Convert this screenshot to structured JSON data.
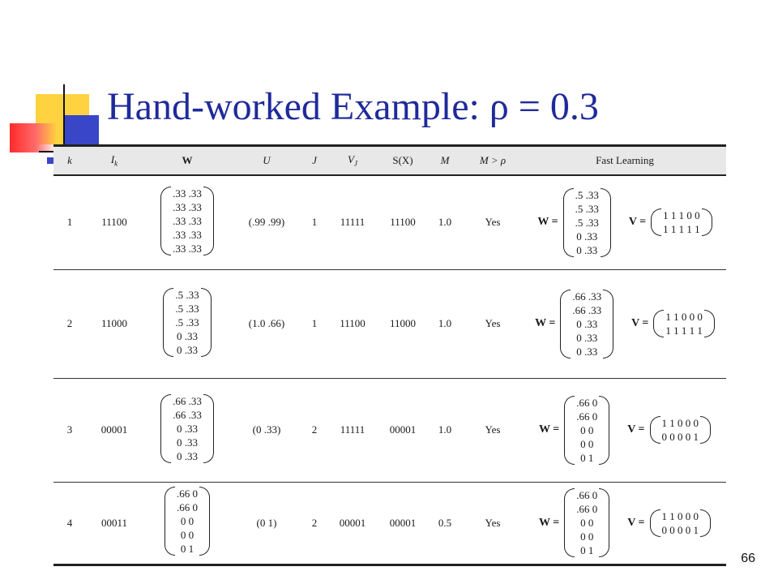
{
  "slide": {
    "title": "Hand-worked Example: ρ = 0.3",
    "page_number": "66"
  },
  "table": {
    "headers": {
      "k": "k",
      "ik": "I",
      "ik_sub": "k",
      "w": "W",
      "u": "U",
      "j": "J",
      "vj": "V",
      "vj_sub": "J",
      "s": "S(X)",
      "m": "M",
      "mr": "M > ρ",
      "fast": "Fast Learning"
    },
    "fast_labels": {
      "w": "W =",
      "v": "V ="
    },
    "rows": [
      {
        "k": "1",
        "ik": "11100",
        "w_rows": [
          ".33 .33",
          ".33 .33",
          ".33 .33",
          ".33 .33",
          ".33 .33"
        ],
        "u": "(.99 .99)",
        "j": "1",
        "vj": "11111",
        "s": "11100",
        "m": "1.0",
        "mr": "Yes",
        "fw_rows": [
          ".5 .33",
          ".5 .33",
          ".5 .33",
          "0 .33",
          "0 .33"
        ],
        "fv_rows": [
          "1 1 1 0 0",
          "1 1 1 1 1"
        ]
      },
      {
        "k": "2",
        "ik": "11000",
        "w_rows": [
          ".5 .33",
          ".5 .33",
          ".5 .33",
          "0 .33",
          "0 .33"
        ],
        "u": "(1.0 .66)",
        "j": "1",
        "vj": "11100",
        "s": "11000",
        "m": "1.0",
        "mr": "Yes",
        "fw_rows": [
          ".66 .33",
          ".66 .33",
          "0 .33",
          "0 .33",
          "0 .33"
        ],
        "fv_rows": [
          "1 1 0 0 0",
          "1 1 1 1 1"
        ]
      },
      {
        "k": "3",
        "ik": "00001",
        "w_rows": [
          ".66 .33",
          ".66 .33",
          "0 .33",
          "0 .33",
          "0 .33"
        ],
        "u": "(0 .33)",
        "j": "2",
        "vj": "11111",
        "s": "00001",
        "m": "1.0",
        "mr": "Yes",
        "fw_rows": [
          ".66 0",
          ".66 0",
          "0 0",
          "0 0",
          "0 1"
        ],
        "fv_rows": [
          "1 1 0 0 0",
          "0 0 0 0 1"
        ]
      },
      {
        "k": "4",
        "ik": "00011",
        "w_rows": [
          ".66 0",
          ".66 0",
          "0 0",
          "0 0",
          "0 1"
        ],
        "u": "(0 1)",
        "j": "2",
        "vj": "00001",
        "s": "00001",
        "m": "0.5",
        "mr": "Yes",
        "fw_rows": [
          ".66 0",
          ".66 0",
          "0 0",
          "0 0",
          "0 1"
        ],
        "fv_rows": [
          "1 1 0 0 0",
          "0 0 0 0 1"
        ]
      }
    ]
  }
}
